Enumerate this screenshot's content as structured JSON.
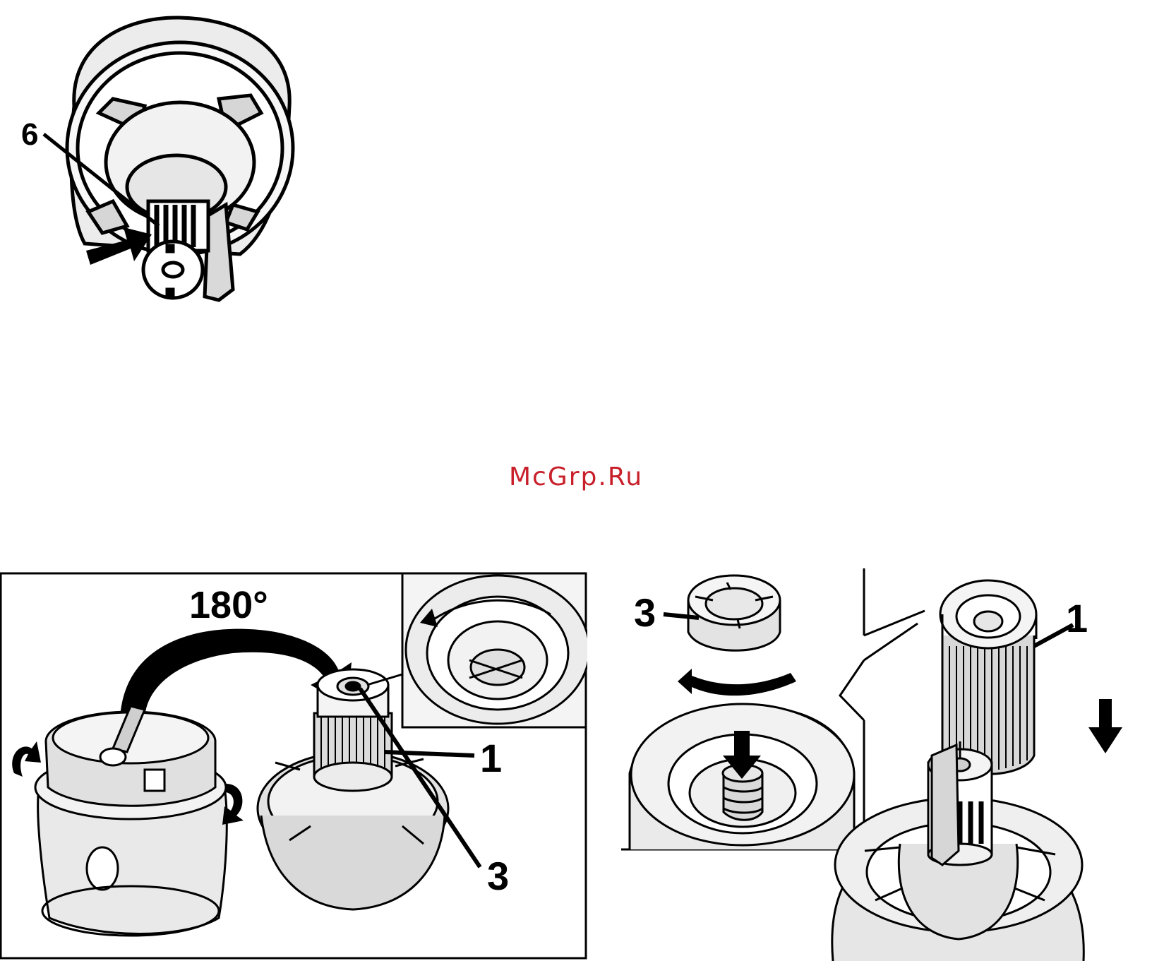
{
  "figure_top": {
    "callouts": {
      "part": "6"
    }
  },
  "figure_bottom_left": {
    "angle_label": "180°",
    "callouts": {
      "filter": "1",
      "nut": "3"
    }
  },
  "figure_bottom_right": {
    "callouts": {
      "nut": "3",
      "filter": "1"
    }
  },
  "watermark": "McGrp.Ru",
  "colors": {
    "line": "#000000",
    "fill_light": "#e6e6e6",
    "fill_mid": "#cfcfcf",
    "watermark": "#c8202a"
  }
}
